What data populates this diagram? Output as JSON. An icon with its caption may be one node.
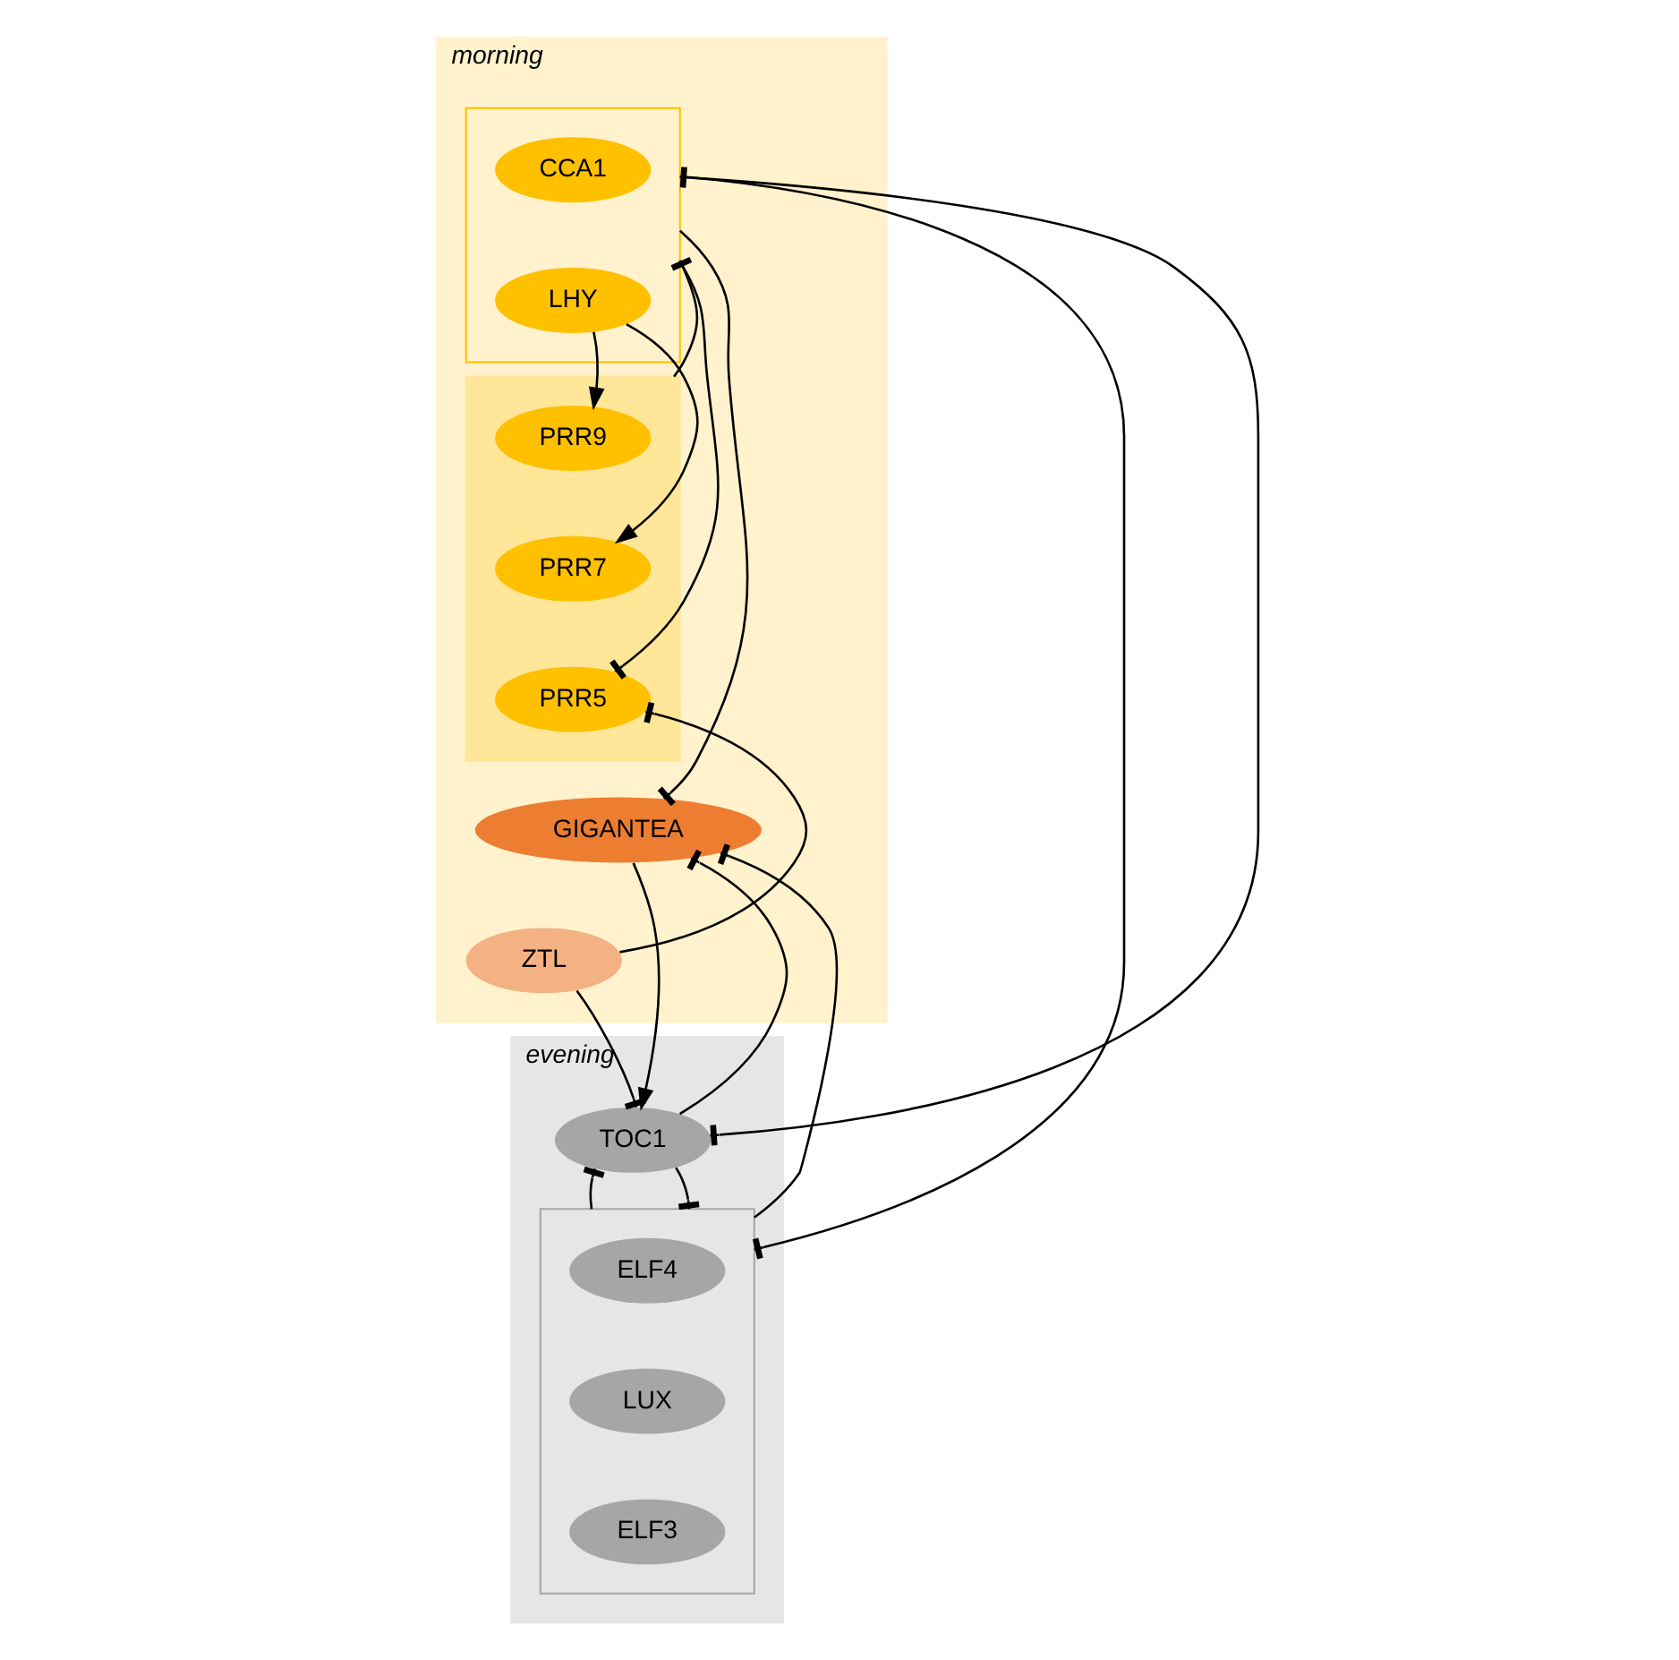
{
  "diagram": {
    "nodes": [
      {
        "text": [
          "morning"
        ]
      },
      {
        "text": [
          "evening"
        ]
      },
      {
        "text": [],
        "shape": "box",
        "in": 0
      },
      {
        "text": [
          "CCA1"
        ],
        "in": 2
      },
      {
        "text": [
          "LHY"
        ],
        "in": 2
      },
      {
        "text": [],
        "shape": "box",
        "in": 0
      },
      {
        "text": [
          "PRR9"
        ],
        "in": 5
      },
      {
        "text": [
          "PRR7"
        ],
        "in": 5
      },
      {
        "text": [
          "PRR5"
        ],
        "in": 5
      },
      {
        "text": [
          "GIGANTEA"
        ],
        "in": 0
      },
      {
        "text": [
          "ZTL"
        ],
        "in": 0
      },
      {
        "text": [
          "TOC1"
        ],
        "in": 1
      },
      {
        "text": [],
        "shape": "box",
        "in": 1
      },
      {
        "text": [
          "ELF4"
        ],
        "in": 12
      },
      {
        "text": [
          "LUX"
        ],
        "in": 12
      },
      {
        "text": [
          "ELF3"
        ],
        "in": 12
      }
    ],
    "edges": [
      {
        "from": 2,
        "to": 9,
        "arrow": "other"
      },
      {
        "from": 2,
        "to": 8,
        "arrow": "other"
      },
      {
        "from": 5,
        "to": 2,
        "arrow": "other"
      },
      {
        "from": 4,
        "to": 6,
        "arrow": "to"
      },
      {
        "from": 4,
        "to": 7,
        "arrow": "to"
      },
      {
        "from": 10,
        "to": 8,
        "arrow": "other"
      },
      {
        "from": 10,
        "to": 11,
        "arrow": "other"
      },
      {
        "from": 2,
        "to": 12,
        "arrow": "other"
      },
      {
        "from": 11,
        "to": 2,
        "arrow": "other"
      },
      {
        "from": 11,
        "to": 9,
        "arrow": "other"
      },
      {
        "from": 9,
        "to": 11,
        "arrow": "to"
      },
      {
        "from": 11,
        "to": 12,
        "arrow": "other"
      },
      {
        "from": 12,
        "to": 11,
        "arrow": "other"
      },
      {
        "from": 12,
        "to": 9,
        "arrow": "other"
      }
    ]
  }
}
